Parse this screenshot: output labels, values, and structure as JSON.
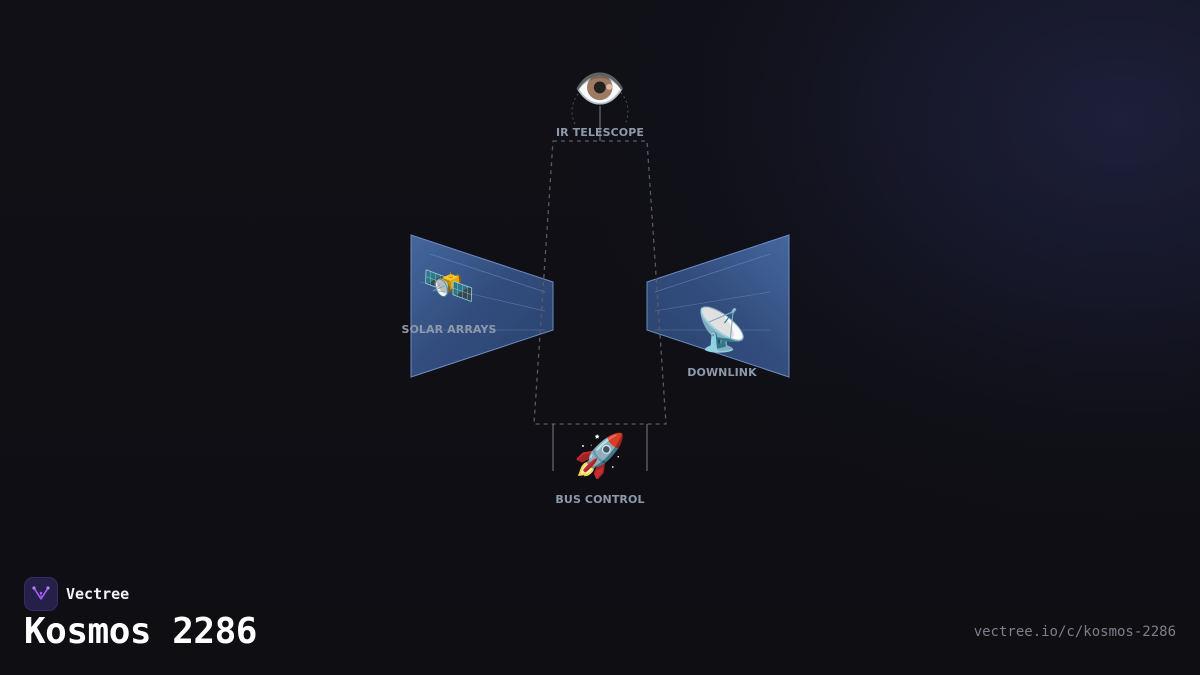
{
  "diagram": {
    "nodes": {
      "telescope": {
        "label": "IR TELESCOPE",
        "icon": "eye-icon",
        "glyph": "👁️"
      },
      "solar": {
        "label": "SOLAR ARRAYS",
        "icon": "satellite-icon",
        "glyph": "🛰️"
      },
      "downlink": {
        "label": "DOWNLINK",
        "icon": "satellite-antenna-icon",
        "glyph": "📡"
      },
      "bus": {
        "label": "BUS CONTROL",
        "icon": "rocket-icon",
        "glyph": "🚀"
      }
    },
    "colors": {
      "panel_fill": "#3b5a8f",
      "panel_stroke": "#6e8fc8",
      "outline": "#55565e",
      "label": "#8e99ab"
    }
  },
  "brand": {
    "name": "Vectree",
    "logo_icon": "vectree-logo-icon",
    "logo_color": "#b05cff"
  },
  "title": "Kosmos 2286",
  "url": "vectree.io/c/kosmos-2286"
}
